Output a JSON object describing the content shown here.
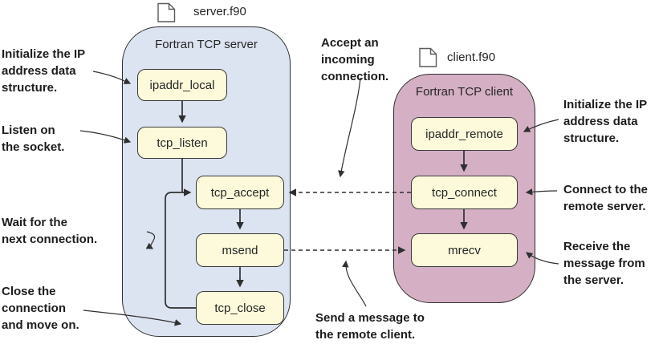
{
  "colors": {
    "server_fill": "#dce3f1",
    "client_fill": "#d5b0c5",
    "node_fill": "#fcfadb",
    "line": "#2f2f2f",
    "text": "#1c1c1c"
  },
  "files": {
    "server": "server.f90",
    "client": "client.f90"
  },
  "server": {
    "title": "Fortran TCP server",
    "nodes": [
      "ipaddr_local",
      "tcp_listen",
      "tcp_accept",
      "msend",
      "tcp_close"
    ]
  },
  "client": {
    "title": "Fortran TCP client",
    "nodes": [
      "ipaddr_remote",
      "tcp_connect",
      "mrecv"
    ]
  },
  "annotations": {
    "left": [
      "Initialize the IP\naddress data\nstructure.",
      "Listen on\nthe socket.",
      "Wait for the\nnext connection.",
      "Close the\nconnection\nand move on."
    ],
    "middle": [
      "Accept an\nincoming\nconnection.",
      "Send a message to\nthe remote client."
    ],
    "right": [
      "Initialize the IP\naddress data\nstructure.",
      "Connect to the\nremote server.",
      "Receive the\nmessage from\nthe server."
    ]
  }
}
